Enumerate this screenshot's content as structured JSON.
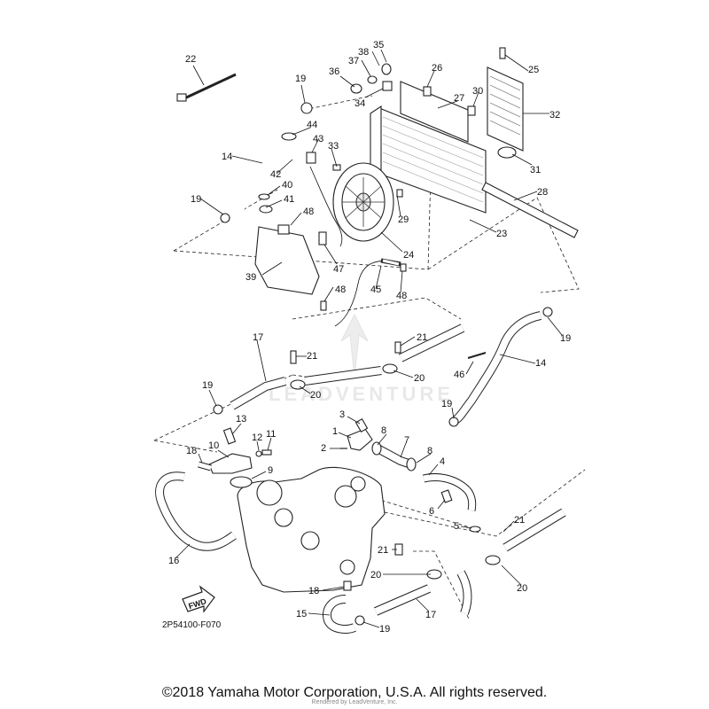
{
  "diagram": {
    "code": "2P54100-F070",
    "fwd_label": "FWD",
    "watermark": "LEADVENTURE",
    "callouts": [
      {
        "id": "c22",
        "label": "22"
      },
      {
        "id": "c19a",
        "label": "19"
      },
      {
        "id": "c36",
        "label": "36"
      },
      {
        "id": "c37",
        "label": "37"
      },
      {
        "id": "c38",
        "label": "38"
      },
      {
        "id": "c35",
        "label": "35"
      },
      {
        "id": "c26",
        "label": "26"
      },
      {
        "id": "c25",
        "label": "25"
      },
      {
        "id": "c30",
        "label": "30"
      },
      {
        "id": "c27",
        "label": "27"
      },
      {
        "id": "c34",
        "label": "34"
      },
      {
        "id": "c32",
        "label": "32"
      },
      {
        "id": "c44",
        "label": "44"
      },
      {
        "id": "c43",
        "label": "43"
      },
      {
        "id": "c33",
        "label": "33"
      },
      {
        "id": "c14a",
        "label": "14"
      },
      {
        "id": "c42",
        "label": "42"
      },
      {
        "id": "c31",
        "label": "31"
      },
      {
        "id": "c40",
        "label": "40"
      },
      {
        "id": "c41",
        "label": "41"
      },
      {
        "id": "c19b",
        "label": "19"
      },
      {
        "id": "c48a",
        "label": "48"
      },
      {
        "id": "c29",
        "label": "29"
      },
      {
        "id": "c28",
        "label": "28"
      },
      {
        "id": "c23",
        "label": "23"
      },
      {
        "id": "c24",
        "label": "24"
      },
      {
        "id": "c39",
        "label": "39"
      },
      {
        "id": "c47",
        "label": "47"
      },
      {
        "id": "c45",
        "label": "45"
      },
      {
        "id": "c48b",
        "label": "48"
      },
      {
        "id": "c48c",
        "label": "48"
      },
      {
        "id": "c19c",
        "label": "19"
      },
      {
        "id": "c17a",
        "label": "17"
      },
      {
        "id": "c21a",
        "label": "21"
      },
      {
        "id": "c21b",
        "label": "21"
      },
      {
        "id": "c14b",
        "label": "14"
      },
      {
        "id": "c46",
        "label": "46"
      },
      {
        "id": "c20a",
        "label": "20"
      },
      {
        "id": "c20b",
        "label": "20"
      },
      {
        "id": "c19d",
        "label": "19"
      },
      {
        "id": "c19e",
        "label": "19"
      },
      {
        "id": "c13",
        "label": "13"
      },
      {
        "id": "c3",
        "label": "3"
      },
      {
        "id": "c1",
        "label": "1"
      },
      {
        "id": "c8a",
        "label": "8"
      },
      {
        "id": "c10",
        "label": "10"
      },
      {
        "id": "c12",
        "label": "12"
      },
      {
        "id": "c11",
        "label": "11"
      },
      {
        "id": "c18a",
        "label": "18"
      },
      {
        "id": "c2",
        "label": "2"
      },
      {
        "id": "c7",
        "label": "7"
      },
      {
        "id": "c8b",
        "label": "8"
      },
      {
        "id": "c9",
        "label": "9"
      },
      {
        "id": "c4",
        "label": "4"
      },
      {
        "id": "c6",
        "label": "6"
      },
      {
        "id": "c5",
        "label": "5"
      },
      {
        "id": "c21c",
        "label": "21"
      },
      {
        "id": "c16",
        "label": "16"
      },
      {
        "id": "c21d",
        "label": "21"
      },
      {
        "id": "c20c",
        "label": "20"
      },
      {
        "id": "c20d",
        "label": "20"
      },
      {
        "id": "c18b",
        "label": "18"
      },
      {
        "id": "c17b",
        "label": "17"
      },
      {
        "id": "c15",
        "label": "15"
      },
      {
        "id": "c19f",
        "label": "19"
      }
    ]
  },
  "footer": {
    "copyright": "©2018 Yamaha Motor Corporation, U.S.A. All rights reserved.",
    "rendered_by": "Rendered by LeadVenture, Inc."
  }
}
